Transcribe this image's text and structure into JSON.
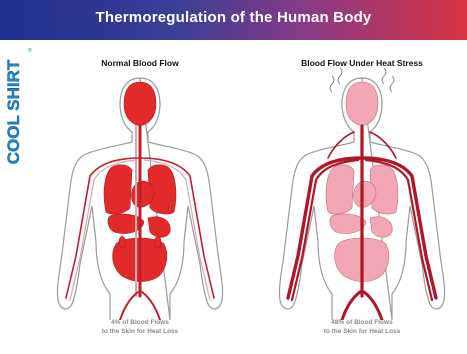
{
  "banner": {
    "title": "Thermoregulation of the Human Body",
    "colors": [
      "#1f2f8c",
      "#8a3a86",
      "#d83340"
    ]
  },
  "brand": {
    "logo_text": "COOL SHIRT",
    "registered_mark": "®",
    "color": "#1b86c8"
  },
  "panels": [
    {
      "title": "Normal Blood Flow",
      "caption_line1": "4% of Blood Flows",
      "caption_line2": "to the Skin for Heat Loss",
      "organ_color": "#e22a2a",
      "vessel_color": "#c01f26"
    },
    {
      "title": "Blood Flow Under Heat Stress",
      "caption_line1": "48% of Blood Flows",
      "caption_line2": "to the Skin for Heat Loss",
      "organ_color": "#f3a7b4",
      "vessel_color": "#b0162a"
    }
  ]
}
